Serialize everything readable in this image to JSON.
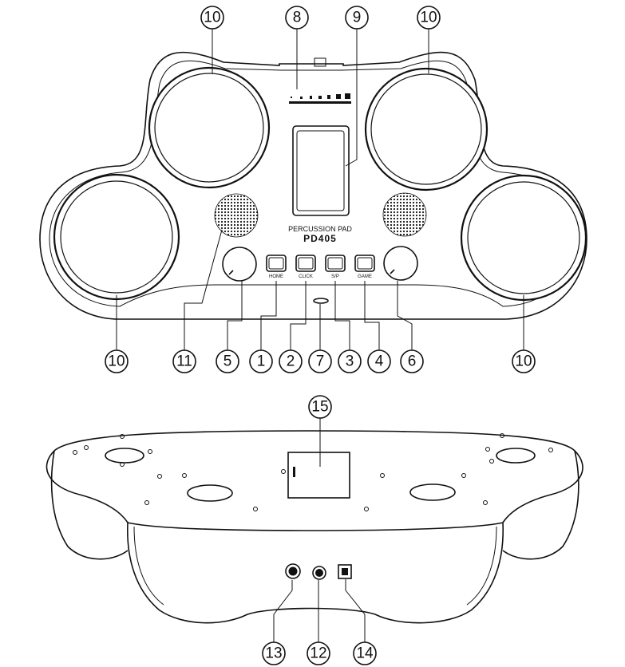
{
  "device": {
    "model_caption": "PERCUSSION PAD",
    "model_name": "PD405"
  },
  "buttons": [
    {
      "id": "home",
      "label": "HOME"
    },
    {
      "id": "click",
      "label": "CLICK"
    },
    {
      "id": "sp",
      "label": "S/P"
    },
    {
      "id": "game",
      "label": "GAME"
    }
  ],
  "callouts": {
    "c1": "1",
    "c2": "2",
    "c3": "3",
    "c4": "4",
    "c5": "5",
    "c6": "6",
    "c7": "7",
    "c8": "8",
    "c9": "9",
    "c10": "10",
    "c11": "11",
    "c12": "12",
    "c13": "13",
    "c14": "14",
    "c15": "15"
  }
}
